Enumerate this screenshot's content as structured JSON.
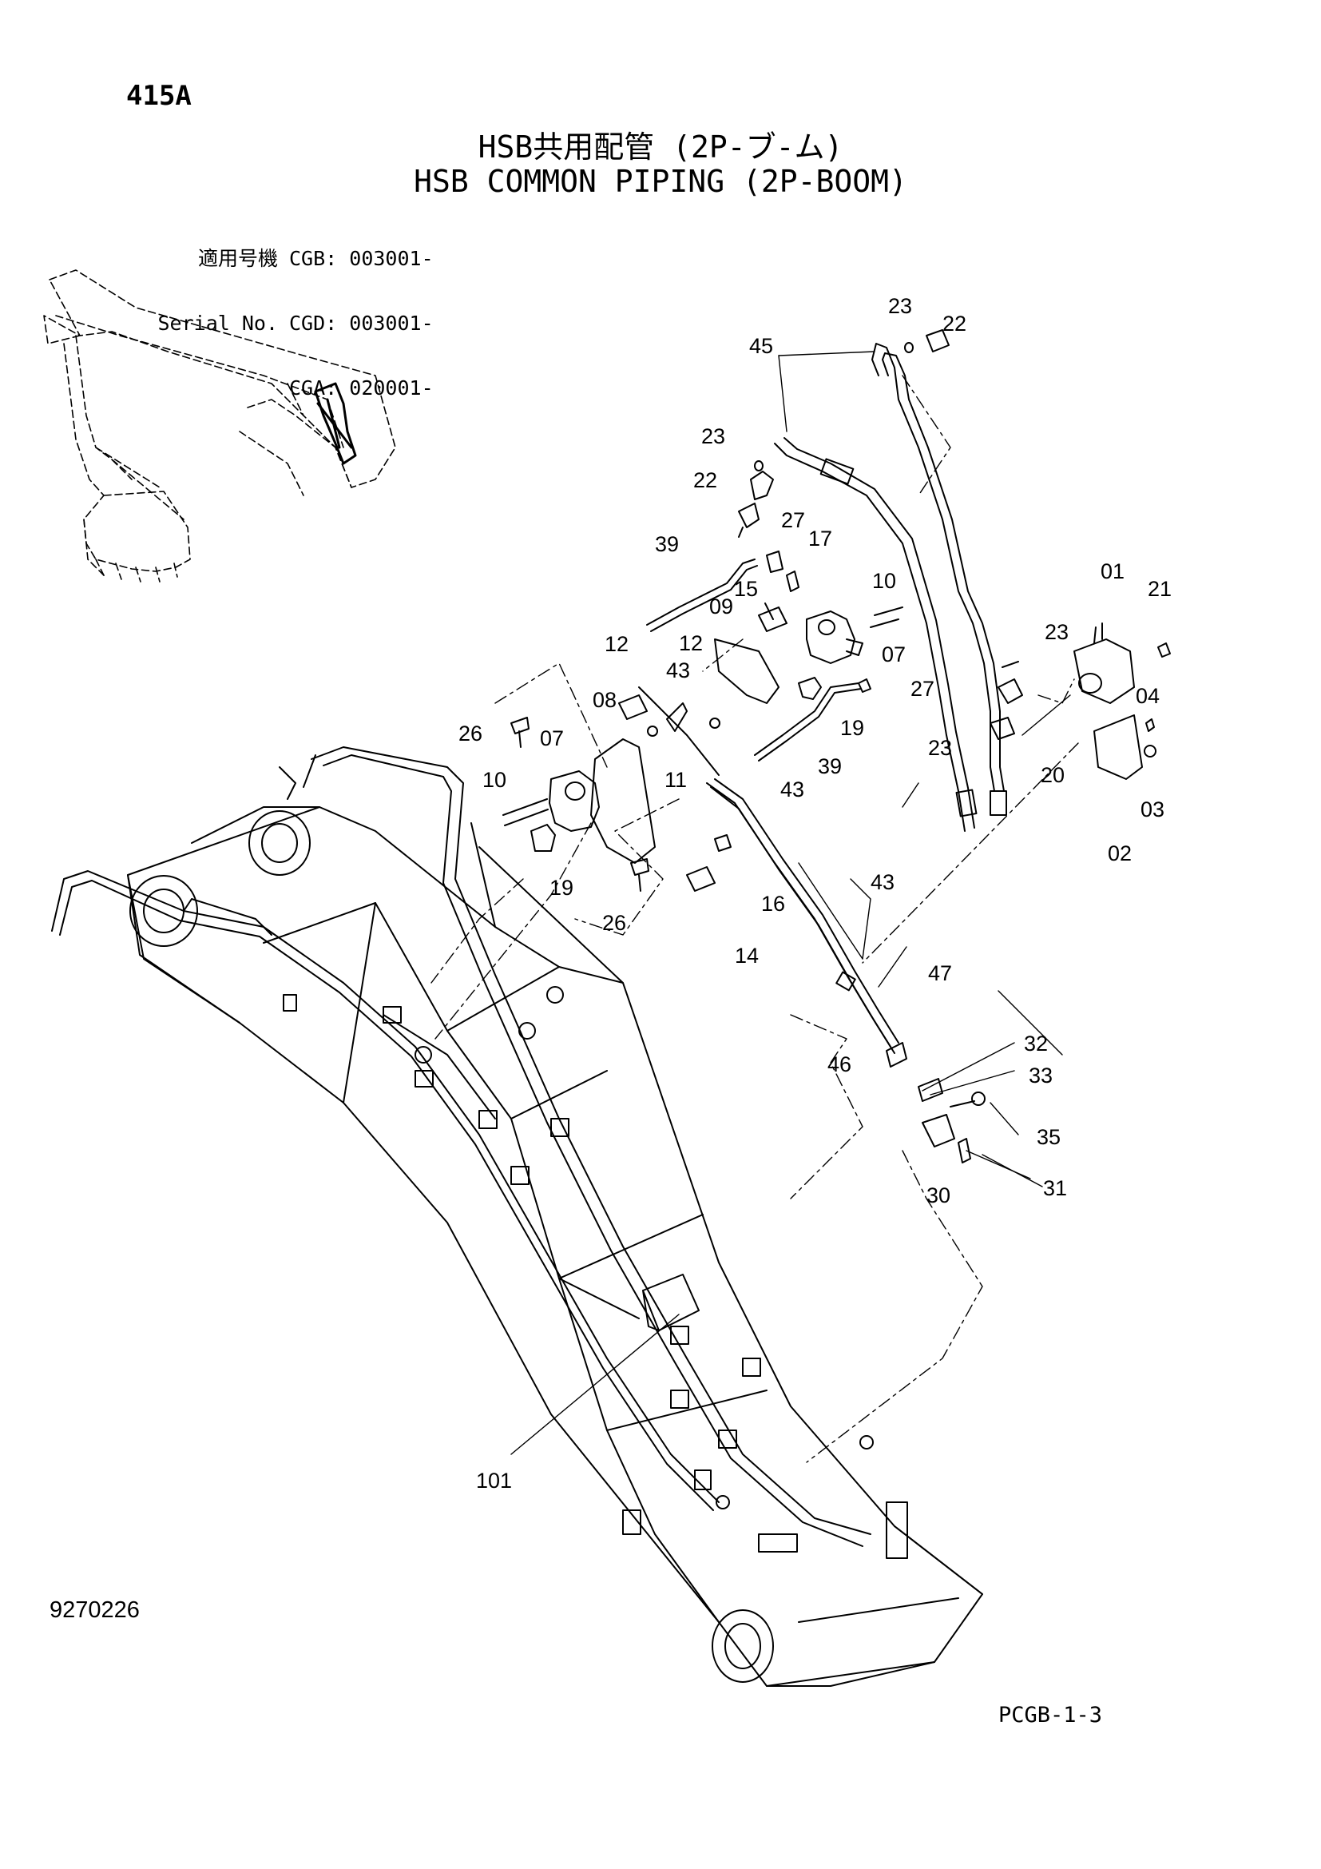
{
  "page_code": "415A",
  "title_jp": "HSB共用配管 (2P-ブ-ム)",
  "title_en": "HSB COMMON PIPING (2P-BOOM)",
  "serial": {
    "label_jp": "適用号機",
    "label_en": "Serial No.",
    "entries": [
      {
        "model": "CGB:",
        "from": "003001-"
      },
      {
        "model": "CGD:",
        "from": "003001-"
      },
      {
        "model": "CGA:",
        "from": "020001-"
      }
    ]
  },
  "doc_number": "9270226",
  "sheet_code": "PCGB-1-3",
  "part_labels": [
    "23",
    "22",
    "45",
    "23",
    "22",
    "27",
    "17",
    "39",
    "15",
    "10",
    "01",
    "21",
    "23",
    "09",
    "07",
    "12",
    "27",
    "12",
    "43",
    "04",
    "08",
    "19",
    "26",
    "20",
    "07",
    "10",
    "39",
    "23",
    "11",
    "43",
    "03",
    "02",
    "43",
    "19",
    "16",
    "26",
    "14",
    "47",
    "32",
    "46",
    "33",
    "35",
    "30",
    "31",
    "101"
  ],
  "line_color": "#000000"
}
